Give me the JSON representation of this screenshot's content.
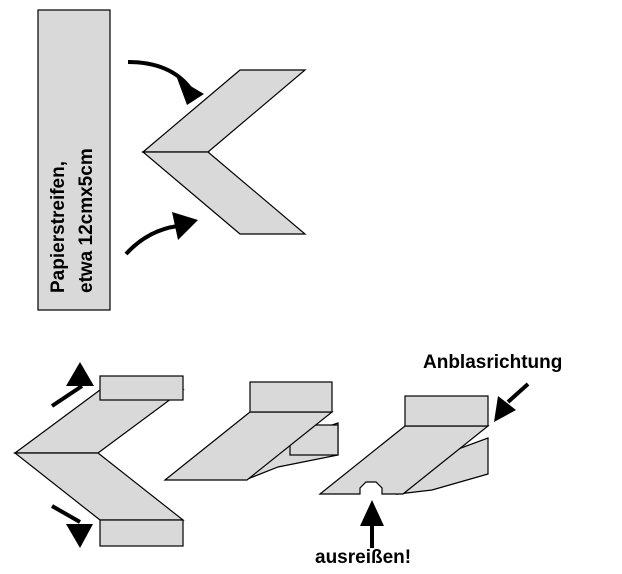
{
  "labels": {
    "strip_line1": "Papierstreifen,",
    "strip_line2": "etwa 12cmx5cm",
    "blow_direction": "Anblasrichtung",
    "tear_out": "ausreißen!"
  },
  "colors": {
    "fill": "#d9d9d9",
    "stroke": "#000000",
    "background": "#ffffff"
  }
}
